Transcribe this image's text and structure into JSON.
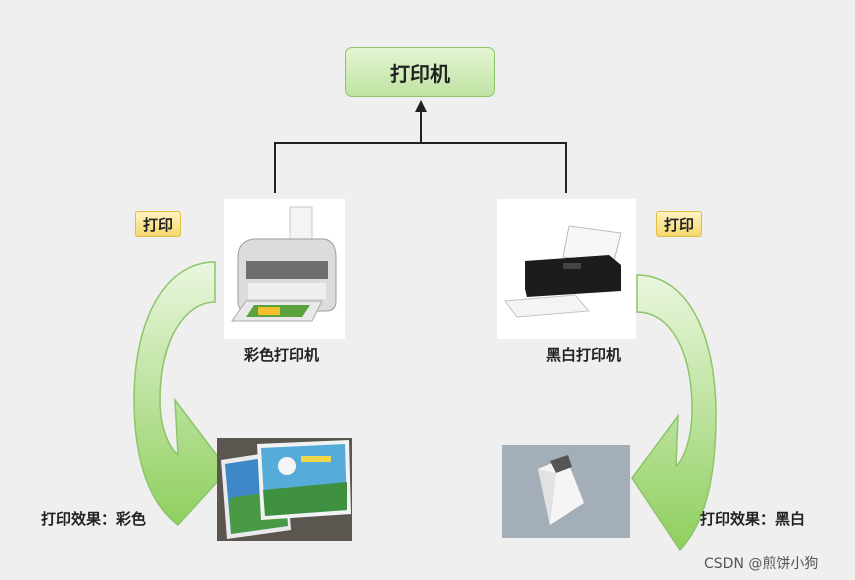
{
  "root": {
    "label": "打印机"
  },
  "left": {
    "tag": "打印",
    "name": "彩色打印机",
    "result": "打印效果：彩色"
  },
  "right": {
    "tag": "打印",
    "name": "黑白打印机",
    "result": "打印效果：黑白"
  },
  "watermark": "CSDN @煎饼小狗",
  "colors": {
    "root_fill": "#c8e8ae",
    "arrow_fill": "#a6d77f",
    "tag_fill": "#f8df7d",
    "line": "#222222"
  }
}
